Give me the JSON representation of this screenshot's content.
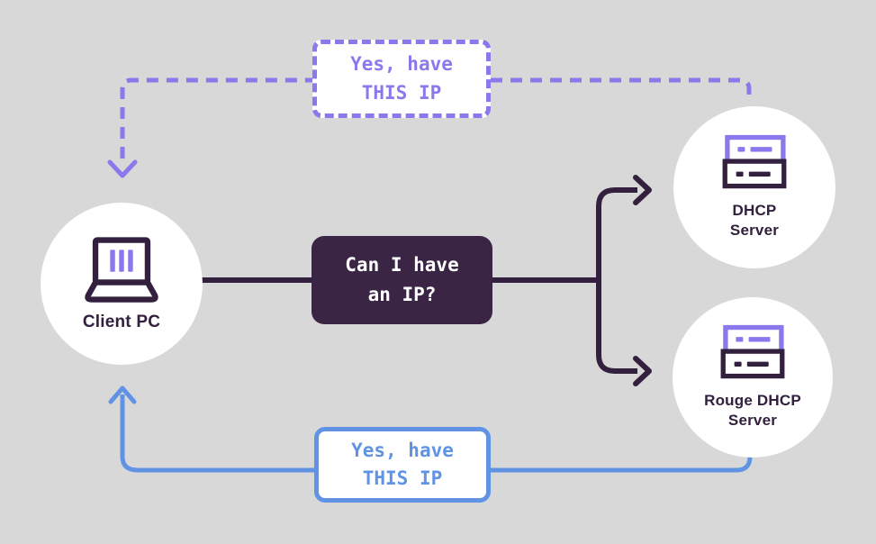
{
  "colors": {
    "bg": "#d8d8d8",
    "purple": "#8a79ec",
    "blue": "#6093e4",
    "dark": "#33203e",
    "dark-bg": "#3a2544"
  },
  "nodes": {
    "client": {
      "label": "Client PC"
    },
    "dhcp_server": {
      "line1": "DHCP",
      "line2": "Server"
    },
    "rogue_server": {
      "line1": "Rouge DHCP",
      "line2": "Server"
    }
  },
  "messages": {
    "request": {
      "line1": "Can I have",
      "line2": "an IP?"
    },
    "dhcp_offer": {
      "line1": "Yes, have",
      "line2": "THIS IP"
    },
    "rogue_offer": {
      "line1": "Yes, have",
      "line2": "THIS IP"
    }
  }
}
